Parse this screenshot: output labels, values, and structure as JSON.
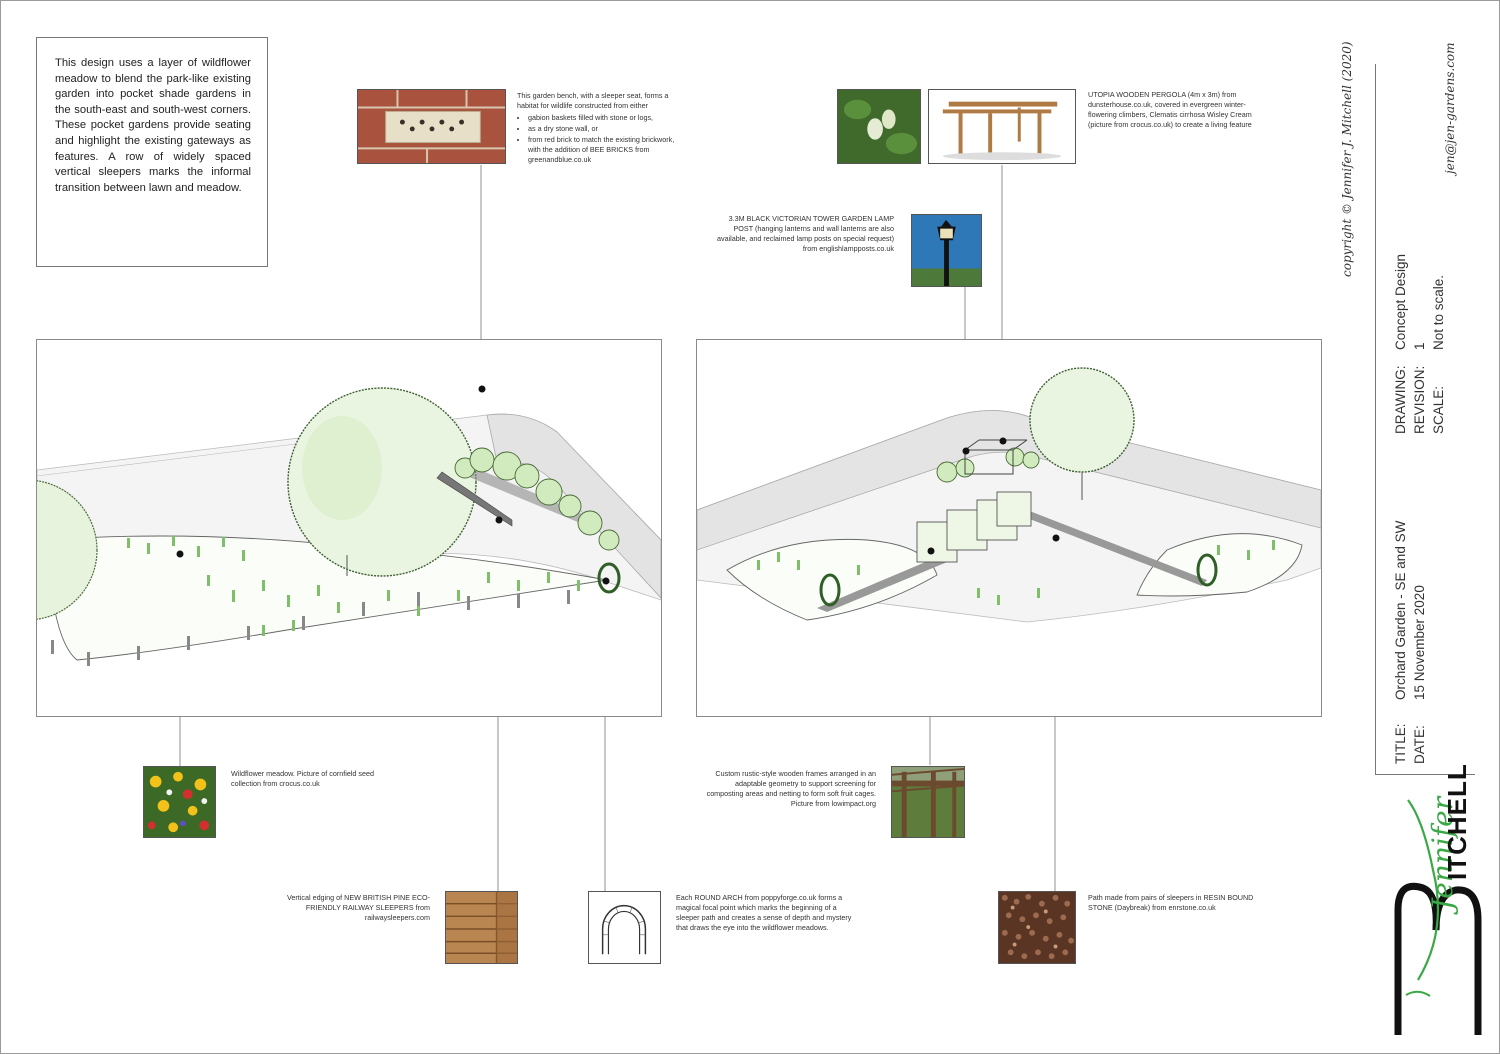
{
  "intro": {
    "text": "This design uses a layer of wildflower meadow to blend the park-like existing garden into pocket shade gardens in the south-east and south-west corners. These pocket gardens provide seating and highlight the existing gateways as features. A row of widely spaced vertical sleepers marks the informal transition between lawn and meadow."
  },
  "callouts": {
    "bench": {
      "intro": "This garden bench, with a sleeper seat, forms a habitat for wildlife constructed from either",
      "options": [
        "gabion baskets filled with stone or logs,",
        "as a dry stone wall, or",
        "from red brick to match the existing brickwork, with the addition of BEE BRICKS from greenandblue.co.uk"
      ],
      "icon": "bee-brick-photo"
    },
    "pergola": {
      "text": "UTOPIA WOODEN PERGOLA (4m x 3m) from dunsterhouse.co.uk, covered in evergreen winter-flowering climbers, Clematis cirrhosa Wisley Cream (picture from crocus.co.uk) to create a living feature",
      "icons": [
        "clematis-photo",
        "pergola-photo"
      ]
    },
    "lamp": {
      "text": "3.3M BLACK VICTORIAN TOWER GARDEN LAMP POST (hanging lanterns and wall lanterns are also available, and reclaimed lamp posts on special request)",
      "source": "from englishlampposts.co.uk",
      "icon": "lamp-post-photo"
    },
    "meadow": {
      "text": "Wildflower meadow. Picture of cornfield seed collection from crocus.co.uk",
      "icon": "wildflower-photo"
    },
    "frames": {
      "text": "Custom rustic-style wooden frames arranged in an adaptable geometry to support screening for composting areas and netting to form soft fruit cages. Picture from lowimpact.org",
      "icon": "wooden-frame-photo"
    },
    "sleepers": {
      "text": "Vertical edging of NEW BRITISH PINE ECO-FRIENDLY RAILWAY SLEEPERS from railwaysleepers.com",
      "icon": "sleepers-photo"
    },
    "arch": {
      "text": "Each ROUND ARCH from poppyforge.co.uk forms a magical focal point which marks the beginning of a sleeper path and creates a sense of depth and mystery that draws the eye into the wildflower meadows.",
      "icon": "round-arch-drawing"
    },
    "path": {
      "text": "Path made from pairs of sleepers in RESIN BOUND STONE (Daybreak) from enrstone.co.uk",
      "icon": "resin-stone-photo"
    }
  },
  "title_block": {
    "title_label": "TITLE:",
    "title_value": "Orchard Garden - SE and SW",
    "date_label": "DATE:",
    "date_value": "15 November 2020",
    "drawing_label": "DRAWING:",
    "drawing_value": "Concept Design",
    "revision_label": "REVISION:",
    "revision_value": "1",
    "scale_label": "SCALE:",
    "scale_value": "Not to scale.",
    "copyright": "copyright © Jennifer J. Mitchell (2020)",
    "email": "jen@jen-gardens.com",
    "logo_script": "Jennifer",
    "logo_caps": "ITCHELL"
  },
  "colors": {
    "foliage": "#c9e7b3",
    "foliage_dark": "#3e6b2e",
    "lawn_edge": "#dcdcdc",
    "logo_green": "#39a845",
    "wood": "#b07a45"
  }
}
